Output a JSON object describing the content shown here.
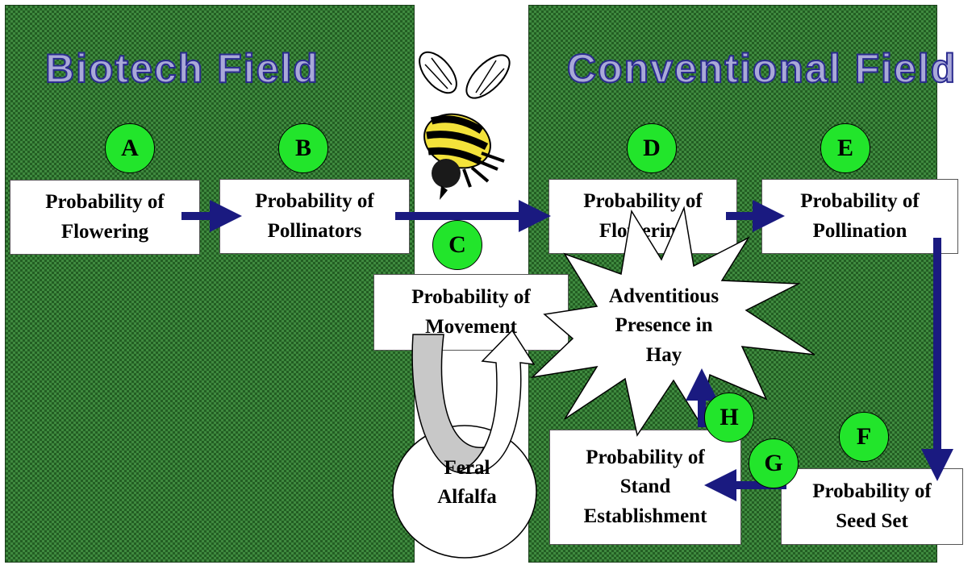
{
  "fields": {
    "left_title": "Biotech Field",
    "right_title": "Conventional Field"
  },
  "colors": {
    "field_green": "#3f8a3f",
    "circle_green": "#22e52b",
    "arrow_navy": "#1a1a80"
  },
  "nodes": {
    "A": {
      "letter": "A",
      "line1": "Probability of",
      "line2": "Flowering"
    },
    "B": {
      "letter": "B",
      "line1": "Probability of",
      "line2": "Pollinators"
    },
    "C": {
      "letter": "C",
      "line1": "Probability of",
      "line2": "Movement"
    },
    "D": {
      "letter": "D",
      "line1": "Probability of",
      "line2": "Flowering"
    },
    "E": {
      "letter": "E",
      "line1": "Probability of",
      "line2": "Pollination"
    },
    "F": {
      "letter": "F",
      "line1": "Probability of",
      "line2": "Seed Set"
    },
    "G": {
      "letter": "G",
      "line1": "Probability of",
      "line2": "Stand",
      "line3": "Establishment"
    },
    "H": {
      "letter": "H"
    }
  },
  "feral": {
    "line1": "Feral",
    "line2": "Alfalfa"
  },
  "adventitious": {
    "line1": "Adventitious",
    "line2": "Presence in",
    "line3": "Hay"
  },
  "icons": {
    "bee": "bee-icon"
  }
}
